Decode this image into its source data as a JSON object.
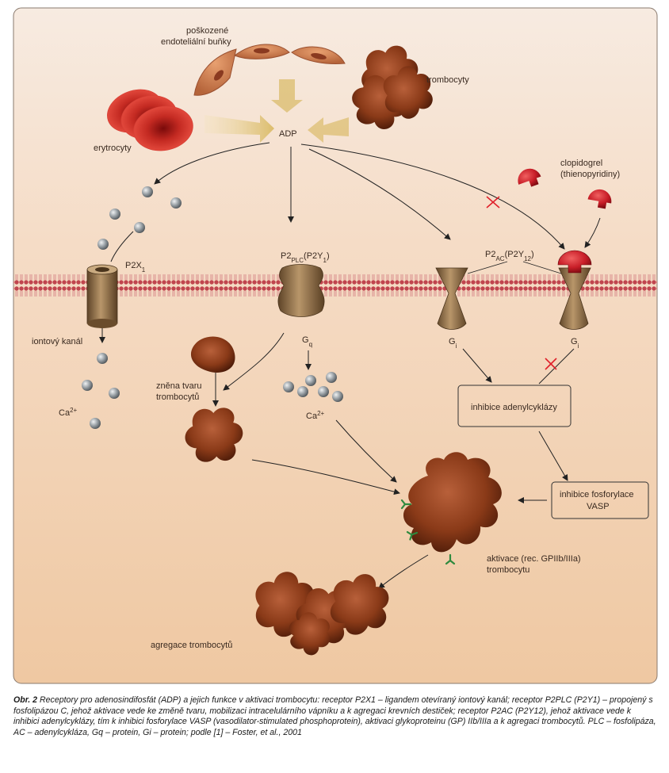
{
  "labels": {
    "endothelial_1": "poškozené",
    "endothelial_2": "endoteliální buňky",
    "platelets": "trombocyty",
    "erythrocytes": "erytrocyty",
    "adp": "ADP",
    "clopidogrel_1": "clopidogrel",
    "clopidogrel_2": "(thienopyridiny)",
    "p2x1": "P2X",
    "p2x1_sub": "1",
    "p2plc_a": "P2",
    "p2plc_sub": "PLC",
    "p2plc_b": "(P2Y",
    "p2plc_sub2": "1",
    "p2plc_c": ")",
    "p2ac_a": "P2",
    "p2ac_sub": "AC",
    "p2ac_b": "(P2Y",
    "p2ac_sub2": "12",
    "p2ac_c": ")",
    "ion_channel": "iontový kanál",
    "ca1": "Ca",
    "ca1_sup": "2+",
    "gq": "G",
    "gq_sub": "q",
    "ca2": "Ca",
    "ca2_sup": "2+",
    "gi1": "G",
    "gi1_sub": "i",
    "gi2": "G",
    "gi2_sub": "i",
    "shape_change_1": "zněna tvaru",
    "shape_change_2": "trombocytů",
    "adenylcyclase_inhibition": "inhibice adenylcyklázy",
    "vasp_1": "inhibice fosforylace",
    "vasp_2": "VASP",
    "activation_1": "aktivace (rec. GPIIb/IIIa)",
    "activation_2": "trombocytu",
    "aggregation": "agregace trombocytů"
  },
  "caption": {
    "lead": "Obr. 2",
    "text": "Receptory pro adenosindifosfát (ADP) a jejich funkce v aktivaci trombocytu: receptor P2X1 – ligandem otevíraný iontový kanál; receptor P2PLC (P2Y1) – propojený s fosfolipázou C, jehož aktivace vede ke změně tvaru, mobilizaci intracelulárního vápníku a k agregaci krevních destiček; receptor P2AC (P2Y12), jehož aktivace vede k inhibici adenylcyklázy, tím k inhibici fosforylace VASP (vasodilator-stimulated phosphoprotein), aktivaci glykoproteinu (GP) IIb/IIIa a k agregaci trombocytů. PLC – fosfolipáza, AC – adenylcykláza, Gq – protein, Gi – protein; podle [1] – Foster, et al., 2001"
  },
  "colors": {
    "background_top": "#f6e8dc",
    "background_bottom": "#efc9a0",
    "membrane": "#c0454e",
    "platelet": "#8a3a18",
    "erythrocyte": "#c02020",
    "receptor": "#8a6a45",
    "blocker": "#c81e28",
    "ion": "#8e9498",
    "gp_receptor": "#2e8a3e",
    "block_mark": "#e0202a"
  }
}
